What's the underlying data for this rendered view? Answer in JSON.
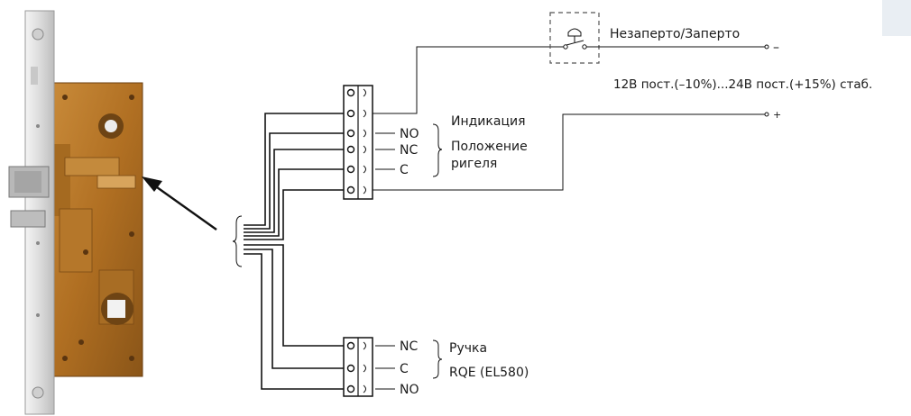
{
  "switch": {
    "label": "Незаперто/Заперто",
    "minus_sign": "–"
  },
  "power": {
    "label": "12В пост.(–10%)...24В пост.(+15%) стаб.",
    "plus_sign": "+"
  },
  "upper_block": {
    "terminals": [
      "NO",
      "NC",
      "C"
    ],
    "group_label_1": "Индикация",
    "group_label_2": "Положение",
    "group_label_3": "ригеля"
  },
  "lower_block": {
    "terminals": [
      "NC",
      "C",
      "NO"
    ],
    "group_label_1": "Ручка",
    "group_label_2": "RQE (EL580)"
  },
  "colors": {
    "wire": "#111111",
    "faceplate": "#e8e8e8",
    "lock_body": "#b97a2a",
    "lock_body_dark": "#8a5518",
    "switch_box": "#555555"
  }
}
